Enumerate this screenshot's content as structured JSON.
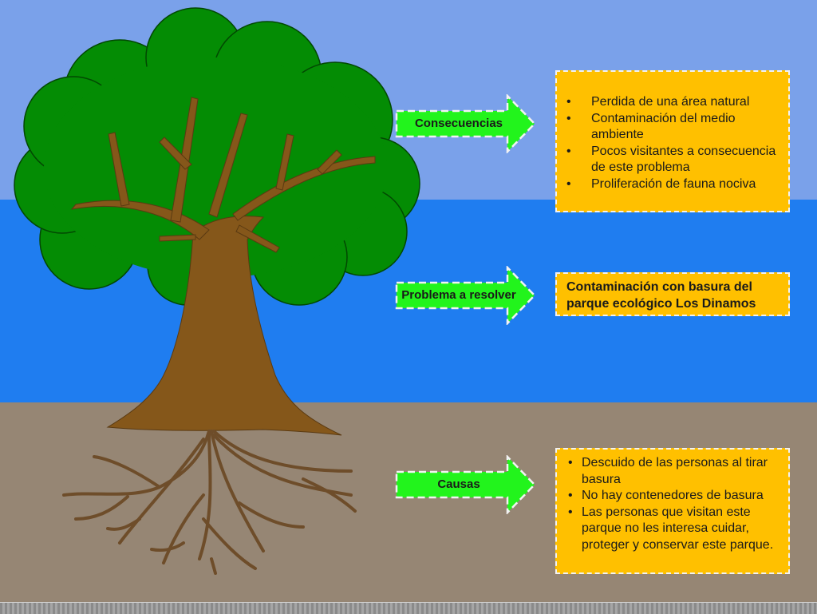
{
  "diagram": {
    "consecuencias": {
      "label": "Consecuencias",
      "items": [
        "Perdida de una área natural",
        "Contaminación del medio ambiente",
        "Pocos visitantes a consecuencia de este problema",
        "Proliferación de fauna nociva"
      ]
    },
    "problema": {
      "label": "Problema a resolver",
      "text": "Contaminación con basura del parque ecológico Los Dinamos"
    },
    "causas": {
      "label": "Causas",
      "items": [
        "Descuido de las personas al tirar basura",
        "No hay contenedores de basura",
        "Las personas que visitan este parque no les interesa cuidar, proteger y conservar este parque."
      ]
    }
  },
  "colors": {
    "sky": "#7aa1ea",
    "water": "#1f7df0",
    "ground": "#968674",
    "foliage": "#048c04",
    "trunk": "#85571a",
    "arrow": "#22f41c",
    "box": "#ffc000"
  }
}
